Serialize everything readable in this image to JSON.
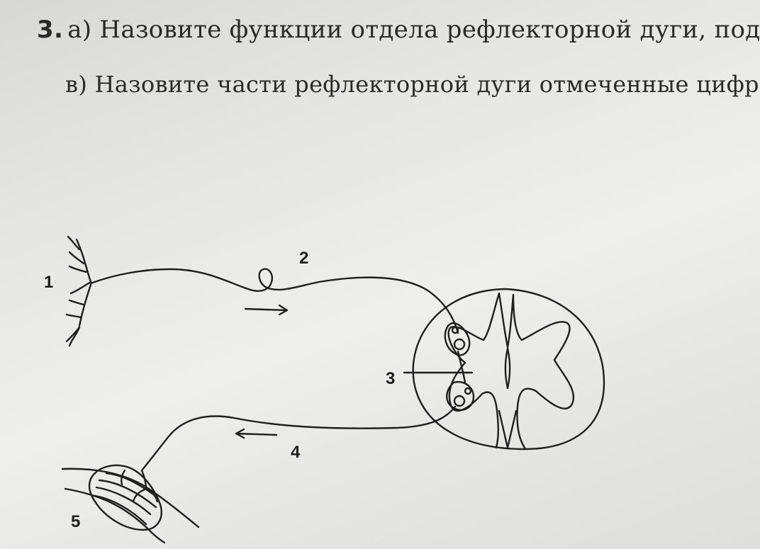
{
  "question": {
    "number": "3.",
    "part_a": "а) Назовите функции отдела рефлекторной дуги, под цифро",
    "part_b": "в) Назовите части  рефлекторной дуги отмеченные цифрам"
  },
  "diagram": {
    "labels": {
      "receptor": "1",
      "sensory_neuron": "2",
      "interneuron": "3",
      "motor_neuron": "4",
      "effector": "5"
    }
  }
}
